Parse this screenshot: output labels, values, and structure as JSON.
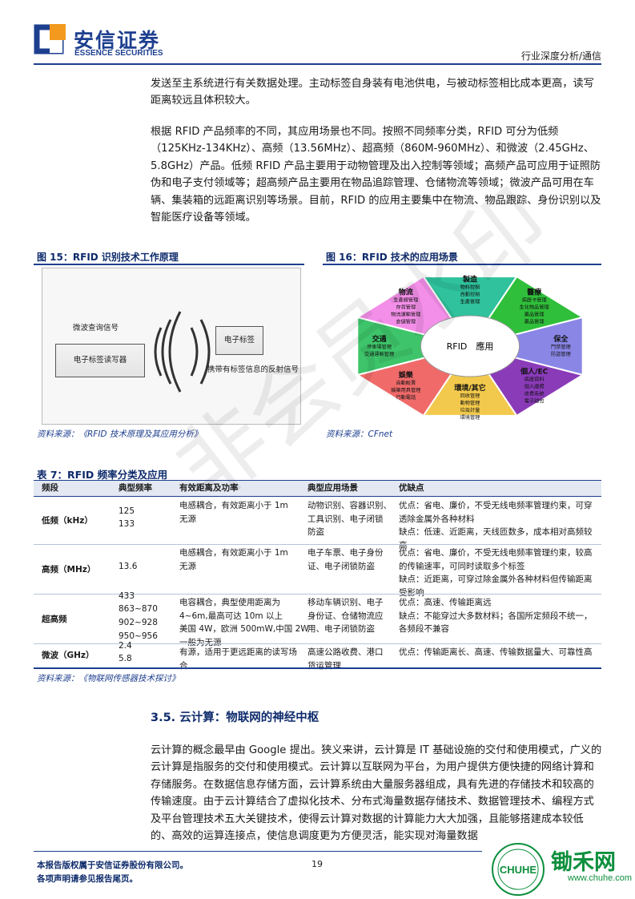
{
  "header": {
    "logo_cn": "安信证券",
    "logo_en": "ESSENCE SECURITIES",
    "tag": "行业深度分析/通信"
  },
  "paragraphs": {
    "p1": "发送至主系统进行有关数据处理。主动标签自身装有电池供电，与被动标签相比成本更高，读写距离较远且体积较大。",
    "p2": "根据 RFID 产品频率的不同，其应用场景也不同。按照不同频率分类，RFID 可分为低频（125KHz-134KHz）、高频（13.56MHz）、超高频（860M-960MHz）、和微波（2.45GHz、5.8GHz）产品。低频 RFID 产品主要用于动物管理及出入控制等领域；高频产品可应用于证照防伪和电子支付领域等；超高频产品主要用在物品追踪管理、仓储物流等领域；微波产品可用在车辆、集装箱的远距离识别等场景。目前，RFID 的应用主要集中在物流、物品跟踪、身份识别以及智能医疗设备等领域。",
    "p3": "云计算的概念最早由 Google 提出。狭义来讲，云计算是 IT 基础设施的交付和使用模式，广义的云计算是指服务的交付和使用模式。云计算以互联网为平台，为用户提供方便快捷的网络计算和存储服务。在数据信息存储方面，云计算系统由大量服务器组成，具有先进的存储技术和较高的传输速度。由于云计算结合了虚拟化技术、分布式海量数据存储技术、数据管理技术、编程方式及平台管理技术五大关键技术，使得云计算对数据的计算能力大大加强，且能够搭建成本较低的、高效的运算连接点，使信息调度更为方便灵活，能实现对海量数据"
  },
  "fig15": {
    "title": "图 15：RFID 识别技术工作原理",
    "label_query": "微波查询信号",
    "label_reader": "电子标签读写器",
    "label_tag": "电子标签",
    "label_reflect": "携带有标签信息的反射信号",
    "source": "资料来源：《RFID 技术原理及其应用分析》"
  },
  "fig16": {
    "title": "图 16：RFID 技术的应用场景",
    "center": "RFID　應用",
    "sectors": [
      {
        "name": "製造",
        "items": [
          "物料控制",
          "自動控制",
          "生產管理"
        ]
      },
      {
        "name": "醫療",
        "items": [
          "病歷卡管理",
          "生化物品管理",
          "藥品管理",
          "藥品管理"
        ]
      },
      {
        "name": "保全",
        "items": [
          "門禁管理",
          "防盜管理"
        ]
      },
      {
        "name": "個人/EC",
        "items": [
          "病歷資料",
          "個人證照",
          "收費系統",
          "電子錢包"
        ]
      },
      {
        "name": "環境/其它",
        "items": [
          "回收管理",
          "動物管理",
          "垃圾計量",
          "環境管理"
        ]
      },
      {
        "name": "娛樂",
        "items": [
          "自動販賣",
          "娛樂用具管理",
          "行動電話"
        ]
      },
      {
        "name": "交通",
        "items": [
          "停車場管理",
          "交通運輸管理"
        ]
      },
      {
        "name": "物流",
        "items": [
          "生產線管理",
          "存貨管理",
          "物流運輸管理",
          "倉儲管理"
        ]
      }
    ],
    "colors": [
      "#2fc29c",
      "#2fbf3a",
      "#8a86e6",
      "#8a3bb8",
      "#f2c94c",
      "#f06a6a",
      "#3ec46a",
      "#f38fe8"
    ],
    "source": "资料来源：CFnet"
  },
  "table7": {
    "title": "表 7：RFID 频率分类及应用",
    "headers": [
      "频段",
      "典型频率",
      "有效距离及功率",
      "典型应用场景",
      "优缺点"
    ],
    "rows": [
      {
        "band": "低频（kHz）",
        "freq": [
          "125",
          "133"
        ],
        "range": [
          "电感耦合，有效距离小于 1m",
          "无源"
        ],
        "apps": [
          "动物识别、容器识别、",
          "工具识别、电子闭锁",
          "防盗"
        ],
        "pros": [
          "优点：省电、廉价，不受无线电频率管理约束，可穿",
          "透除金属外各种材料",
          "缺点：低速、近距离，天线匝数多，成本相对高频较",
          "高"
        ]
      },
      {
        "band": "高频（MHz）",
        "freq": [
          "13.6"
        ],
        "range": [
          "电感耦合，有效距离小于 1m",
          "无源"
        ],
        "apps": [
          "电子车票、电子身份",
          "证、电子闭锁防盗"
        ],
        "pros": [
          "优点：省电、廉价，不受无线电频率管理约束，较高",
          "的传输速率，可同时读取多个标签",
          "缺点：近距离，可穿过除金属外各种材料但传输距离",
          "受影响"
        ]
      },
      {
        "band": "超高频",
        "freq": [
          "433",
          "863~870",
          "902~928",
          "950~956"
        ],
        "range": [
          "电容耦合，典型使用距离为",
          "4~6m,最高可达 10m 以上",
          "美国 4W，欧洲 500mW,中国 2W",
          "一般为无源"
        ],
        "apps": [
          "移动车辆识别、电子",
          "身份证、仓储物流应",
          "用、电子闭锁防盗"
        ],
        "pros": [
          "优点：高速、传输距离远",
          "缺点：不能穿过大多数材料；各国所定频段不统一，",
          "各频段不兼容"
        ]
      },
      {
        "band": "微波（GHz）",
        "freq": [
          "2.4",
          "5.8"
        ],
        "range": [
          "有源，适用于更远距离的读写场",
          "合"
        ],
        "apps": [
          "高速公路收费、港口",
          "货运管理"
        ],
        "pros": [
          "优点：传输距离长、高速、传输数据量大、可靠性高"
        ]
      }
    ],
    "source": "资料来源：《物联网传感器技术探讨》"
  },
  "section": {
    "title": "3.5. 云计算：物联网的神经中枢"
  },
  "footer": {
    "line1": "本报告版权属于安信证券股份有限公司。",
    "line2": "各项声明请参见报告尾页。",
    "page": "19"
  },
  "watermark": "非会员水印",
  "brand": {
    "name": "锄禾网",
    "url": "www.chuhe.com",
    "stamp_text": "CHUHE"
  }
}
